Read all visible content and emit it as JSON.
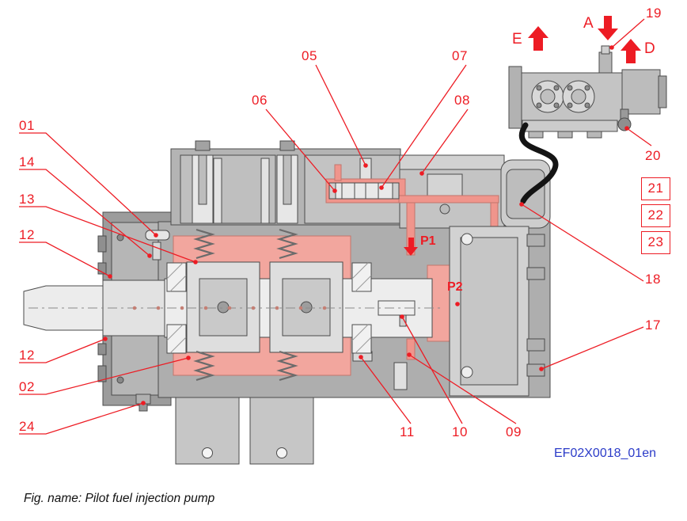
{
  "figure": {
    "caption": "Fig. name: Pilot fuel injection pump",
    "drawing_id": "EF02X0018_01en"
  },
  "callouts": {
    "left": [
      "01",
      "14",
      "13",
      "12",
      "12",
      "02",
      "24"
    ],
    "top": [
      "05",
      "06",
      "07",
      "08"
    ],
    "right": [
      "19",
      "20",
      "21",
      "22",
      "23",
      "18",
      "17"
    ],
    "bottom": [
      "11",
      "10",
      "09"
    ]
  },
  "flow_labels": {
    "a": "A",
    "d": "D",
    "e": "E"
  },
  "ports": {
    "p1": "P1",
    "p2": "P2"
  },
  "colors": {
    "callout_red": "#ed1c24",
    "drawing_id_blue": "#2b3bc8",
    "highlight_salmon": "#f2a69e",
    "body_gray": "#b2b2b2"
  }
}
